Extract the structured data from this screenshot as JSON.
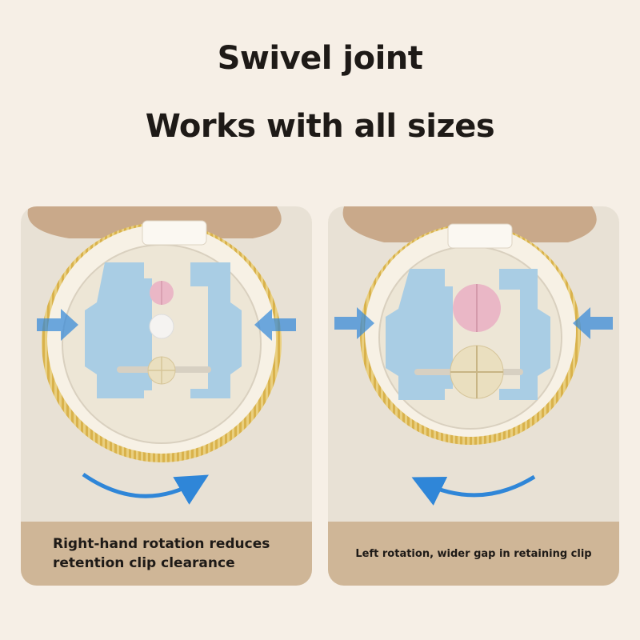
{
  "heading": {
    "line1": "Swivel joint",
    "line2": "Works with all sizes"
  },
  "panels": [
    {
      "caption_lines": [
        "Right-hand rotation reduces",
        "retention clip clearance"
      ],
      "rotation_direction": "clockwise",
      "arrow_icon": "curved-arrow-right-icon"
    },
    {
      "caption_lines": [
        "Left rotation, wider gap in retaining clip"
      ],
      "rotation_direction": "counterclockwise",
      "arrow_icon": "curved-arrow-left-icon"
    }
  ],
  "colors": {
    "background": "#f6efe6",
    "caption_band": "#cfb697",
    "clip_blue": "#a9cde4",
    "arrow_blue": "#2f86d8",
    "pill_pink": "#eab7c6",
    "pill_white": "#f5f3f1",
    "pill_beige": "#eadfbf",
    "heading_text": "#1e1a17"
  }
}
